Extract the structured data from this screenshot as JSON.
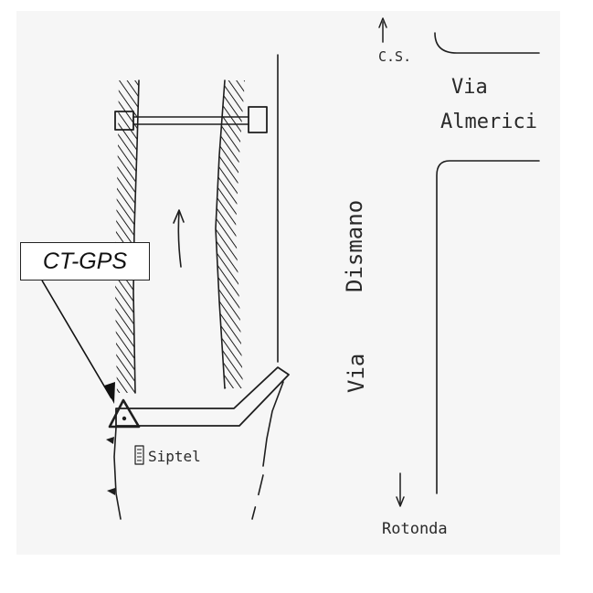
{
  "labels": {
    "callout": "CT-GPS",
    "cs": "C.S.",
    "via1": "Via",
    "almerici": "Almerici",
    "dismano": "Dismano",
    "via2": "Via",
    "siptel": "Siptel",
    "rotonda": "Rotonda"
  },
  "colors": {
    "paper": "#f6f6f6",
    "ink": "#1e1e1e"
  }
}
